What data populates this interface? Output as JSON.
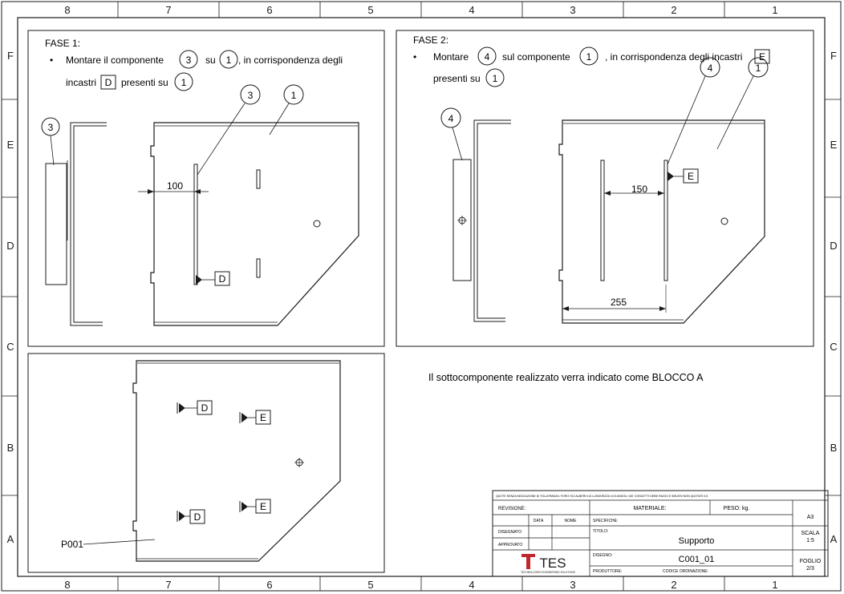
{
  "frame": {
    "columns": [
      "8",
      "7",
      "6",
      "5",
      "4",
      "3",
      "2",
      "1"
    ],
    "rows": [
      "F",
      "E",
      "D",
      "C",
      "B",
      "A"
    ]
  },
  "phase1": {
    "title": "FASE 1:",
    "bullet": "•",
    "t1": "Montare il componente",
    "b1": "3",
    "t2": "su",
    "b2": "1",
    "t3": ", in corrispondenza degli",
    "t4": "incastri",
    "box1": "D",
    "t5": "presenti su",
    "b3": "1",
    "callout_side": "3",
    "callout_part_a": "3",
    "callout_part_b": "1",
    "dimension": "100",
    "mark": "D"
  },
  "phase2": {
    "title": "FASE 2:",
    "bullet": "•",
    "t1": "Montare",
    "b1": "4",
    "t2": "sul componente",
    "b2": "1",
    "t3": ", in corrispondenza degli incastri",
    "box1": "E",
    "t4": "presenti su",
    "b3": "1",
    "callout_side": "4",
    "callout_part_a": "4",
    "callout_part_b": "1",
    "dimension_a": "150",
    "dimension_b": "255",
    "mark": "E"
  },
  "bottom_view": {
    "marks": [
      "D",
      "E",
      "D",
      "E"
    ],
    "part_label": "P001"
  },
  "note": "Il sottocomponente realizzato verra indicato come BLOCCO A",
  "title_block": {
    "header_note": "QUOTE SENZA INDICAZIONE DI TOLLERANZA: FORO H13 ALBERI h13 LUNGHEZZA ±0,5 ANGOLI ±30' CONCETTI DEBE RAGGI E SMUSSI NON QUOTATI 0,5",
    "revisione": "REVISIONE:",
    "materiale": "MATERIALE:",
    "peso": "PESO: kg.",
    "data": "DATA",
    "nome": "NOME",
    "specifiche": "SPECIFICHE:",
    "format": "A3",
    "disegnato": "DISEGNATO",
    "titolo_label": "TITOLO:",
    "titolo": "Supporto",
    "scala_label": "SCALA",
    "scala": "1:5",
    "approvato": "APPROVATO",
    "disegno_label": "DISEGNO:",
    "disegno": "C001_01",
    "foglio_label": "FOGLIO",
    "foglio": "2/3",
    "produttore": "PRODUTTORE:",
    "codice": "CODICE ORDINAZIONE:",
    "logo_text": "TES",
    "logo_sub": "TECHNOLOGIES ENGINEERING SOLUTIONS"
  },
  "colors": {
    "line": "#1a1a1a",
    "logo_red": "#c0282d",
    "paper": "#ffffff"
  }
}
